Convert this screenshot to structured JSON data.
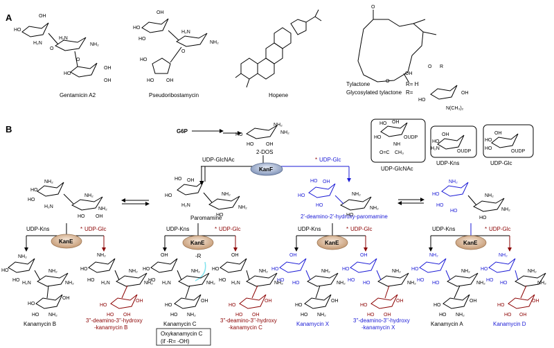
{
  "panels": {
    "a": "A",
    "b": "B"
  },
  "colors": {
    "blue": "#1a1ad6",
    "red": "#8b0000",
    "enzyme": "#7f92b8",
    "kane": "#c59a74",
    "cyan": "#7fe3ee"
  },
  "panel_a": {
    "gentamicin": "Gentamicin  A2",
    "pseudo": "Pseudoribostamycin",
    "hopene": "Hopene",
    "tylactone": "Tylactone",
    "tylactone_r": "R= H",
    "glyco": "Glycosylated tylactone",
    "glyco_r": "R=",
    "nme2": "N(CH₃)₂"
  },
  "panel_b": {
    "g6p": "G6P",
    "dos": "2-DOS",
    "udp_glcnac_arrow": "UDP-GlcNAc",
    "udp_glc_arrow": "UDP-Glc",
    "star": "*",
    "kanf": "KanF",
    "kane": "KanE",
    "paromamine": "Paromamine",
    "deamino_hydroxy_paromamine": "2'-deamino-2'-hydroxy-paromamine",
    "udp_kns": "UDP-Kns",
    "udp_glc": "UDP-Glc",
    "minus_r": "-R",
    "box_glcnac": "UDP-GlcNAc",
    "box_kns": "UDP-Kns",
    "box_glc": "UDP-Glc",
    "products": {
      "kan_b": "Kanamycin  B",
      "deamino_b_1": "3''-deamino-3''-hydroxy",
      "deamino_b_2": "-kanamycin  B",
      "kan_c": "Kanamycin  C",
      "oxy_1": "Oxykanamycin C",
      "oxy_2": "(if  -R= -OH)",
      "deamino_c_1": "3''-deamino-3''-hydroxy",
      "deamino_c_2": "-kanamycin  C",
      "kan_x": "Kanamycin  X",
      "deamino_x_1": "3''-deamino-3''-hydroxy",
      "deamino_x_2": "-kanamycin  X",
      "kan_a": "Kanamycin  A",
      "kan_d": "Kanamycin  D"
    }
  }
}
